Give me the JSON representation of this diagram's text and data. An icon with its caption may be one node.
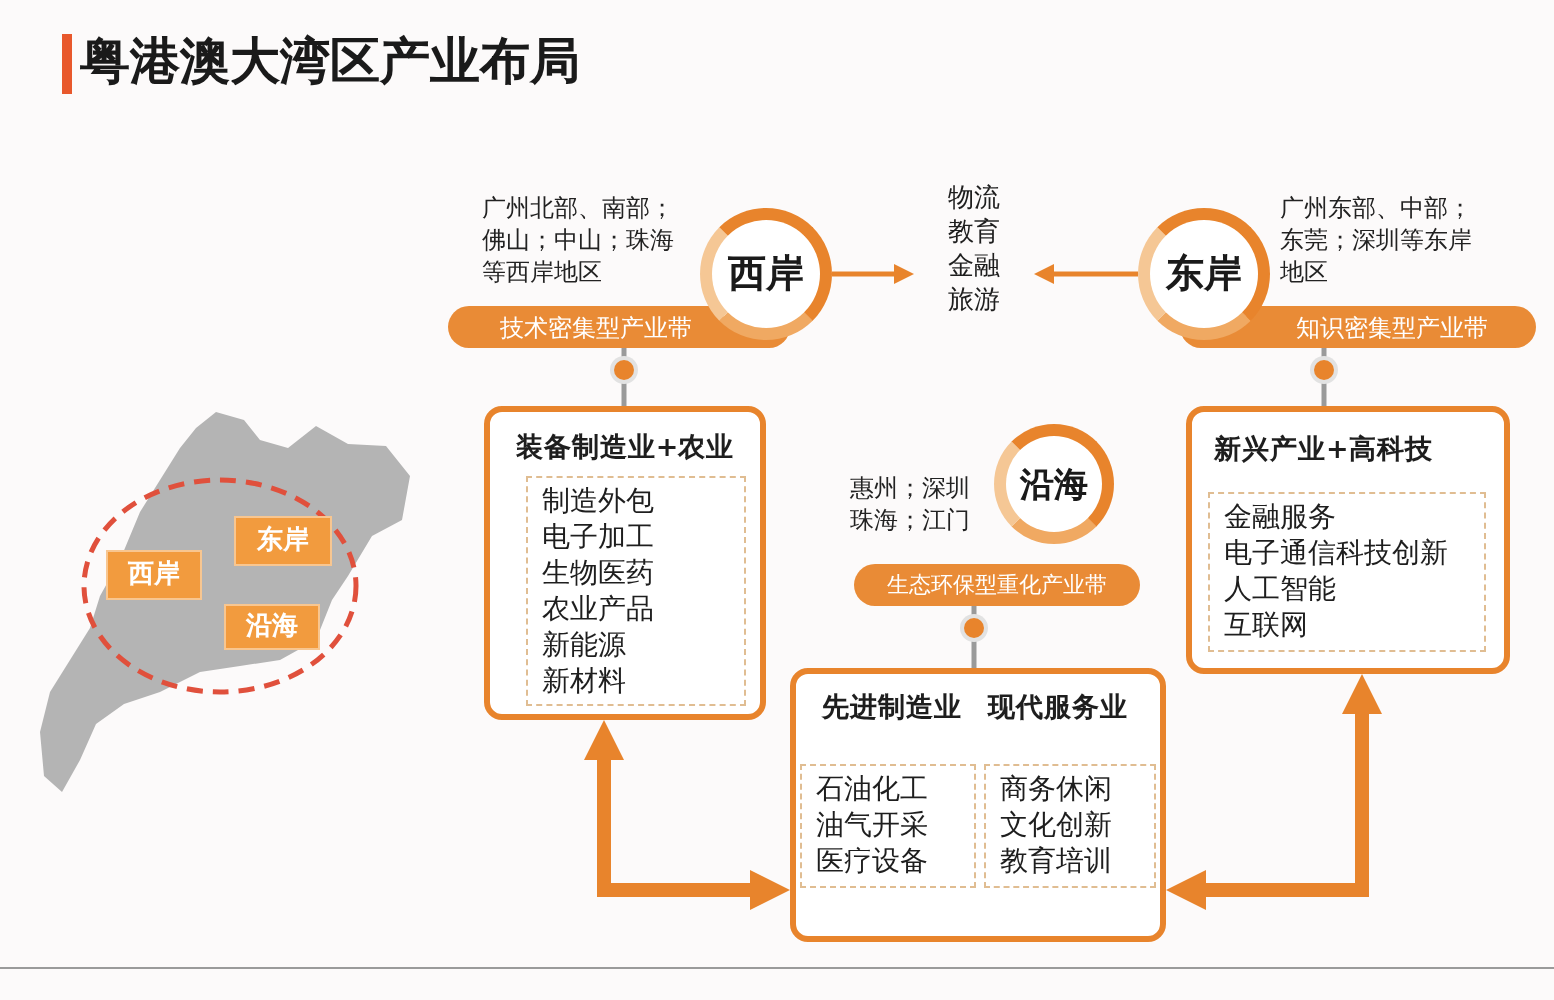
{
  "diagram": {
    "title": "粤港澳大湾区产业布局",
    "nodes": [
      {
        "text": [
          "西岸"
        ],
        "beside": [
          "广州北部、南部；佛山；中山；珠海等西岸地区"
        ]
      },
      {
        "text": [
          "技术密集型产业带"
        ]
      },
      {
        "text": [
          "物流",
          "教育",
          "金融",
          "旅游"
        ]
      },
      {
        "text": [
          "东岸"
        ],
        "beside": [
          "广州东部、中部；东莞；深圳等东岸地区"
        ]
      },
      {
        "text": [
          "知识密集型产业带"
        ]
      },
      {
        "text": [
          "西岸"
        ]
      },
      {
        "text": [
          "东岸"
        ]
      },
      {
        "text": [
          "沿海"
        ]
      },
      {
        "text": [
          "装备制造业+农业"
        ]
      },
      {
        "text": [
          "制造外包",
          "电子加工",
          "生物医药",
          "农业产品",
          "新能源",
          "新材料"
        ],
        "in": 8
      },
      {
        "text": [
          "沿海"
        ],
        "beside": [
          "惠州；深圳珠海；江门"
        ]
      },
      {
        "text": [
          "生态环保型重化产业带"
        ]
      },
      {
        "text": [
          "新兴产业+高科技"
        ]
      },
      {
        "text": [
          "金融服务",
          "电子通信科技创新",
          "人工智能",
          "互联网"
        ],
        "in": 12
      },
      {
        "text": [
          "先进制造业",
          "现代服务业"
        ]
      },
      {
        "text": [
          "石油化工",
          "油气开采",
          "医疗设备"
        ],
        "in": 14
      },
      {
        "text": [
          "商务休闲",
          "文化创新",
          "教育培训"
        ],
        "in": 14
      }
    ],
    "edges": [
      {
        "from": 0,
        "to": 2,
        "arrow": "to"
      },
      {
        "from": 3,
        "to": 2,
        "arrow": "to"
      },
      {
        "from": 1,
        "to": 8,
        "arrow": "other",
        "color": "#9a9a9a"
      },
      {
        "from": 4,
        "to": 12,
        "arrow": "other",
        "color": "#9a9a9a"
      },
      {
        "from": 11,
        "to": 14,
        "arrow": "other",
        "color": "#9a9a9a"
      },
      {
        "from": 8,
        "to": 14,
        "arrow": "both",
        "style": "thick"
      },
      {
        "from": 12,
        "to": 14,
        "arrow": "both",
        "style": "thick"
      }
    ]
  }
}
